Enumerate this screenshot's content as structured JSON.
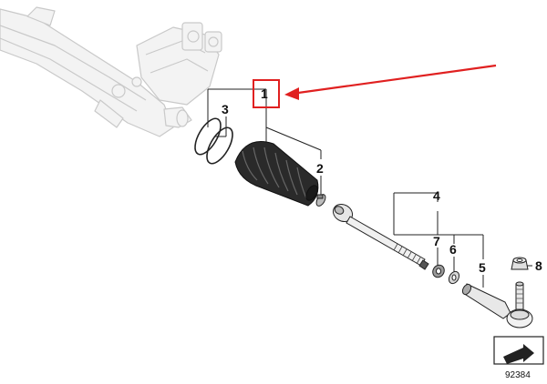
{
  "diagram": {
    "callouts": {
      "c1": "1",
      "c2": "2",
      "c3": "3",
      "c4": "4",
      "c5": "5",
      "c6": "6",
      "c7": "7",
      "c8": "8"
    },
    "figure_id": "92384",
    "highlight_color": "#e02020",
    "ink_color": "#222222",
    "ghost_color": "#c8c8c8",
    "icons": [
      "direction-arrow-icon"
    ]
  }
}
